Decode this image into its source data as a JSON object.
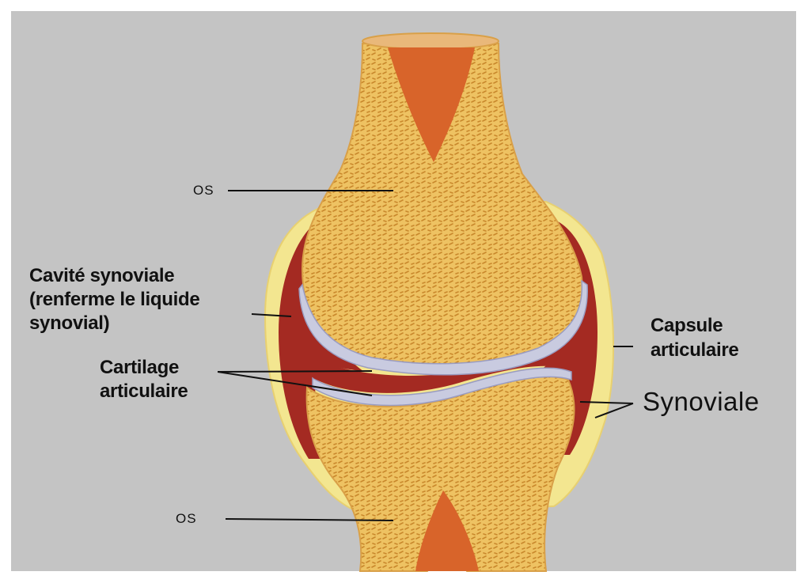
{
  "labels": {
    "os_top": "OS",
    "cavite_line1": "Cavité synoviale",
    "cavite_line2": "(renferme le liquide",
    "cavite_line3": "synovial)",
    "cartilage_line1": "Cartilage",
    "cartilage_line2": "articulaire",
    "capsule_line1": "Capsule",
    "capsule_line2": "articulaire",
    "synoviale": "Synoviale",
    "os_bottom": "OS"
  },
  "colors": {
    "background": "#c4c4c4",
    "bone": "#eec262",
    "marrow": "#d8642a",
    "synovial_cavity": "#a42a22",
    "cartilage": "#c9cbe0",
    "capsule": "#f3e690"
  }
}
